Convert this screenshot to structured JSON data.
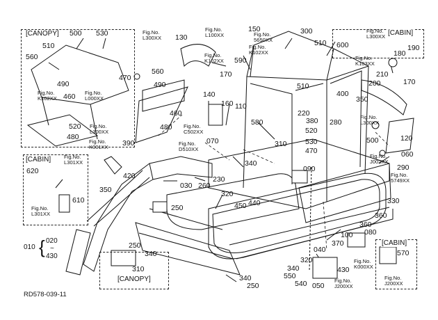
{
  "figure_id": "RD578-039-11",
  "range": {
    "prefix": "010",
    "from": "020",
    "tilde": "~",
    "to": "430"
  },
  "variants": {
    "canopy": "[CANOPY]",
    "cabin": "[CABIN]"
  },
  "callouts": [
    "500",
    "530",
    "510",
    "560",
    "470",
    "490",
    "460",
    "480",
    "520",
    "130",
    "560",
    "490",
    "460",
    "480",
    "150",
    "590",
    "300",
    "510",
    "600",
    "180",
    "190",
    "210",
    "200",
    "170",
    "140",
    "160",
    "110",
    "580",
    "510",
    "350",
    "400",
    "220",
    "380",
    "280",
    "520",
    "530",
    "470",
    "500",
    "120",
    "070",
    "310",
    "340",
    "090",
    "060",
    "290",
    "390",
    "420",
    "620",
    "350",
    "610",
    "030",
    "260",
    "230",
    "320",
    "450",
    "440",
    "250",
    "330",
    "360",
    "360",
    "080",
    "100",
    "370",
    "040",
    "570",
    "250",
    "340",
    "310",
    "320",
    "430",
    "340",
    "550",
    "540",
    "050",
    "340",
    "250",
    "170"
  ],
  "fig_refs": {
    "canopy_l102": [
      "Fig.No.",
      "K102XX"
    ],
    "canopy_l000": [
      "Fig.No.",
      "L000XX"
    ],
    "canopy_l300": [
      "Fig.No.",
      "L300XX"
    ],
    "l300_top": [
      "Fig.No.",
      "L300XX"
    ],
    "l100": [
      "Fig.No.",
      "L100XX"
    ],
    "h5650": [
      "Fig.No.",
      "5650XX"
    ],
    "k102_top": [
      "Fig.No.",
      "K102XX"
    ],
    "k102_mid": [
      "Fig.No.",
      "K102XX"
    ],
    "cabin_l300": [
      "Fig.No.",
      "L300XX"
    ],
    "k103": [
      "Fig.No.",
      "K103XX"
    ],
    "c502": [
      "Fig.No.",
      "C502XX"
    ],
    "l300_right": [
      "Fig.No.",
      "L300XX"
    ],
    "k001": [
      "Fig.No.",
      "K001XX"
    ],
    "l301_a": [
      "Fig.No.",
      "L301XX"
    ],
    "l301_b": [
      "Fig.No.",
      "L301XX"
    ],
    "d510": [
      "Fig.No.",
      "D510XX"
    ],
    "j002": [
      "Fig.No.",
      "J002XX"
    ],
    "h5749": [
      "Fig.No.",
      "5749XX"
    ],
    "k000": [
      "Fig.No.",
      "K000XX"
    ],
    "j200_a": [
      "Fig.No.",
      "J200XX"
    ],
    "j200_b": [
      "Fig.No.",
      "J200XX"
    ]
  }
}
